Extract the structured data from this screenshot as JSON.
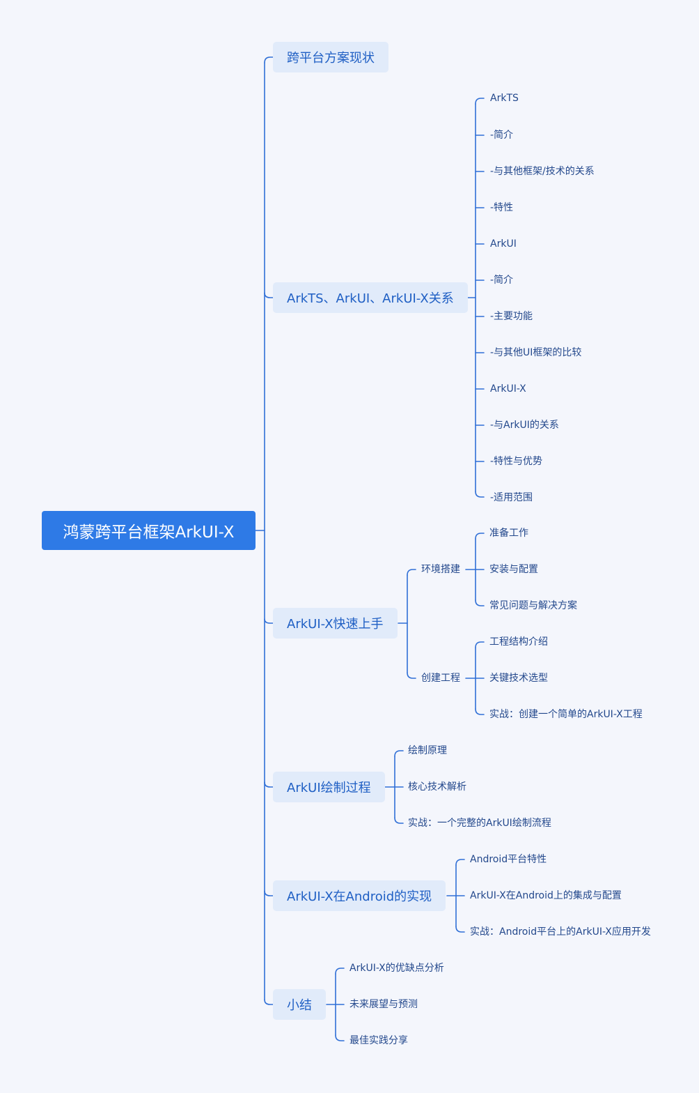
{
  "root": "鸿蒙跨平台框架ArkUI-X",
  "branches": [
    {
      "label": "跨平台方案现状"
    },
    {
      "label": "ArkTS、ArkUI、ArkUI-X关系",
      "children": [
        "ArkTS",
        "-简介",
        "-与其他框架/技术的关系",
        "-特性",
        "ArkUI",
        "-简介",
        "-主要功能",
        "-与其他UI框架的比较",
        "ArkUI-X",
        "-与ArkUI的关系",
        "-特性与优势",
        "-适用范围"
      ]
    },
    {
      "label": "ArkUI-X快速上手",
      "groups": [
        {
          "label": "环境搭建",
          "children": [
            "准备工作",
            "安装与配置",
            "常见问题与解决方案"
          ]
        },
        {
          "label": "创建工程",
          "children": [
            "工程结构介绍",
            "关键技术选型",
            "实战：创建一个简单的ArkUI-X工程"
          ]
        }
      ]
    },
    {
      "label": "ArkUI绘制过程",
      "children": [
        "绘制原理",
        "核心技术解析",
        "实战：一个完整的ArkUI绘制流程"
      ]
    },
    {
      "label": "ArkUI-X在Android的实现",
      "children": [
        "Android平台特性",
        "ArkUI-X在Android上的集成与配置",
        "实战：Android平台上的ArkUI-X应用开发"
      ]
    },
    {
      "label": "小结",
      "children": [
        "ArkUI-X的优缺点分析",
        "未来展望与预测",
        "最佳实践分享"
      ]
    }
  ],
  "colors": {
    "root_bg": "#2e7ae6",
    "branch_bg": "#e1ebfa",
    "line": "#2f6fd6",
    "text": "#23488c"
  }
}
